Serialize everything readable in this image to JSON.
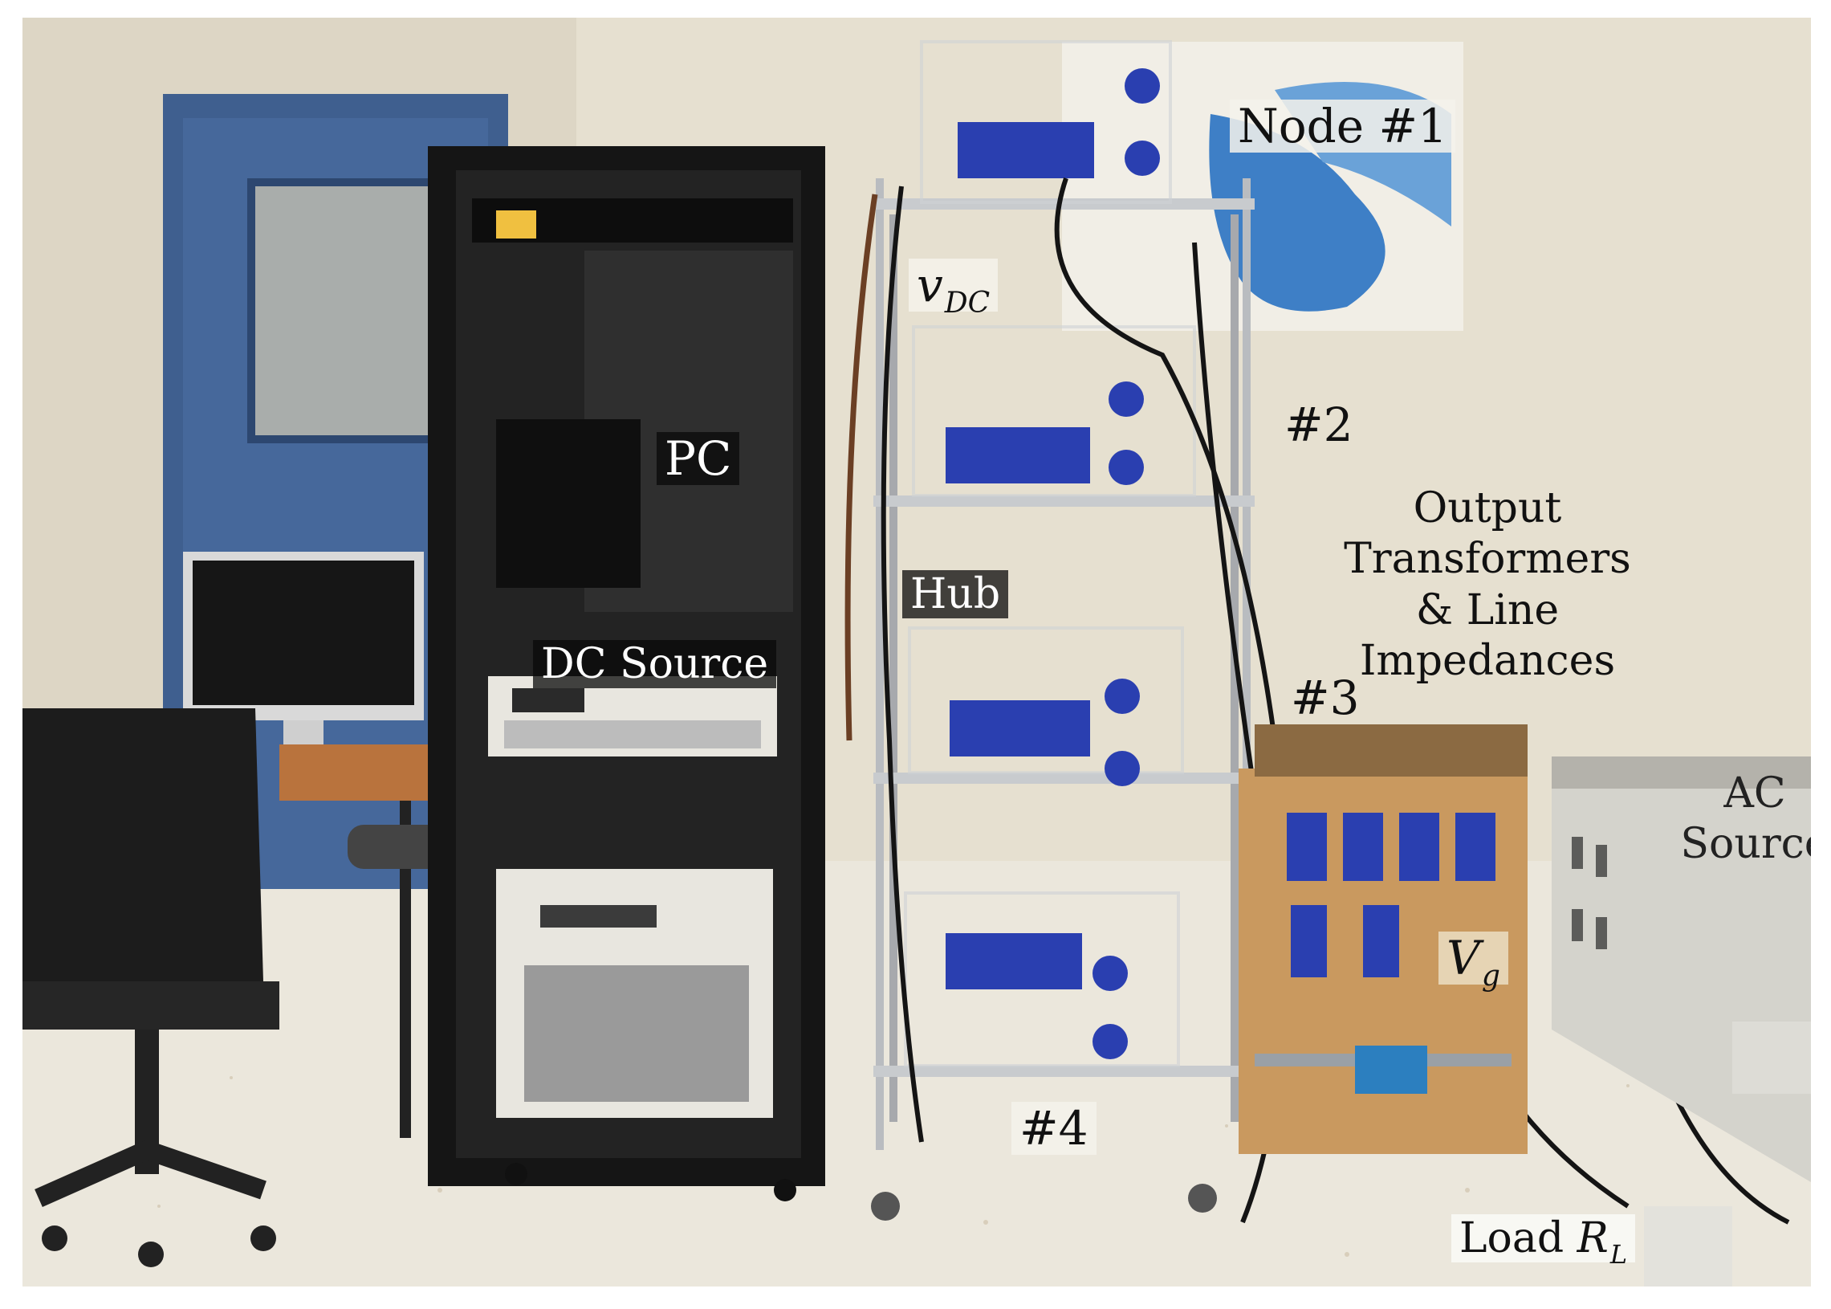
{
  "labels": {
    "node1": "Node #1",
    "vdc_main": "v",
    "vdc_sub": "DC",
    "pc": "PC",
    "node2": "#2",
    "hub": "Hub",
    "dc_source": "DC Source",
    "output_lines": [
      "Output",
      "Transformers",
      "& Line",
      "Impedances"
    ],
    "node3": "#3",
    "ac_source_lines": [
      "AC",
      "Source"
    ],
    "vg_main": "V",
    "vg_sub": "g",
    "node4": "#4",
    "load_text": "Load ",
    "load_main": "R",
    "load_sub": "L"
  },
  "colors": {
    "wall": "#e6e0d0",
    "floor": "#e9e5da",
    "door": "#3f5f8f",
    "rack": "#151515",
    "equipment": "#e8e6df",
    "wood": "#c9995f",
    "connector": "#2a3fb0",
    "metal": "#b9bcc0"
  }
}
